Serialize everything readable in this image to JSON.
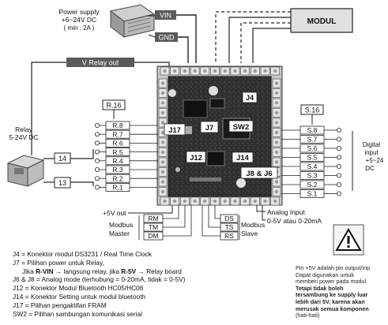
{
  "power_supply": {
    "label_line1": "Power supply",
    "label_line2": "+6~24V DC",
    "label_line3": "( min : 2A )"
  },
  "vin_label": "VIN",
  "gnd_label": "GND",
  "modul_label": "MODUL",
  "relay_out_label": "V Relay out",
  "relay_label_line1": "Relay",
  "relay_label_line2": "5-24V DC",
  "relay_pin_14": "14",
  "relay_pin_13": "13",
  "relay_header": "R.16",
  "relay_pins": [
    "R.8",
    "R.7",
    "R.6",
    "R.5",
    "R.4",
    "R.3",
    "R.2",
    "R.1"
  ],
  "switch_header": "S.16",
  "switch_pins": [
    "S.8",
    "S.7",
    "S.6",
    "S.5",
    "S.4",
    "S.3",
    "S.2",
    "S.1"
  ],
  "digital_input_line1": "Digital",
  "digital_input_line2": "input",
  "digital_input_line3": "+5~24",
  "digital_input_line4": "DC",
  "board_labels": {
    "j4": "J4",
    "j17": "J17",
    "j7": "J7",
    "sw2": "SW2",
    "j12": "J12",
    "j14": "J14",
    "j8j6": "J8 & J6"
  },
  "plus5v_out": "+5V out",
  "master_pins": [
    "RM",
    "TM",
    "DM"
  ],
  "modbus_master_line1": "Modbus",
  "modbus_master_line2": "Master",
  "slave_pins": [
    "DS",
    "TS",
    "RS"
  ],
  "modbus_slave_line1": "Modbus",
  "modbus_slave_line2": "Slave",
  "analog_line1": "Analog Input",
  "analog_line2": "0-5V atau 0-20mA",
  "notes": {
    "j4": "J4 = Konektor modul DS3231 / Real Time Clock",
    "j7": "J7 = Pilihan power untuk Relay,",
    "j7b_pre": "Jika ",
    "j7b_bold1": "R-VIN",
    "j7b_mid": " → langsung relay, jika ",
    "j7b_bold2": "R-5V",
    "j7b_post": " → Relay board",
    "j6j8": "J6 & J8 = Analog mode (terhubung = 0-20mA, tidak = 0-5V)",
    "j12": "J12 = Konektor Modul Bluetooth HC05/HC06",
    "j14": "J14 = Konektor Setting untuk modul bluetooth",
    "j17": "J17 = Pilihan pengaktifan FRAM",
    "sw2": "SW2 = Pilihan sambungan komunikasi serial"
  },
  "warning": {
    "line1": "Pin +5V adalah pin output/inp",
    "line2": "Dapat digunakan untuk",
    "line3": "memberi power pada modul",
    "line4": "Tetapi tidak boleh",
    "line5": "tersambung ke supply luar",
    "line6": "lebih dari 5V, karena akan",
    "line7": "merusak semua komponen",
    "line8": "(hati-hati)"
  },
  "colors": {
    "pcb": "#2e2e2e",
    "terminal": "#e2e2e2",
    "label_bg": "#5a5a5a",
    "line": "#222222"
  }
}
